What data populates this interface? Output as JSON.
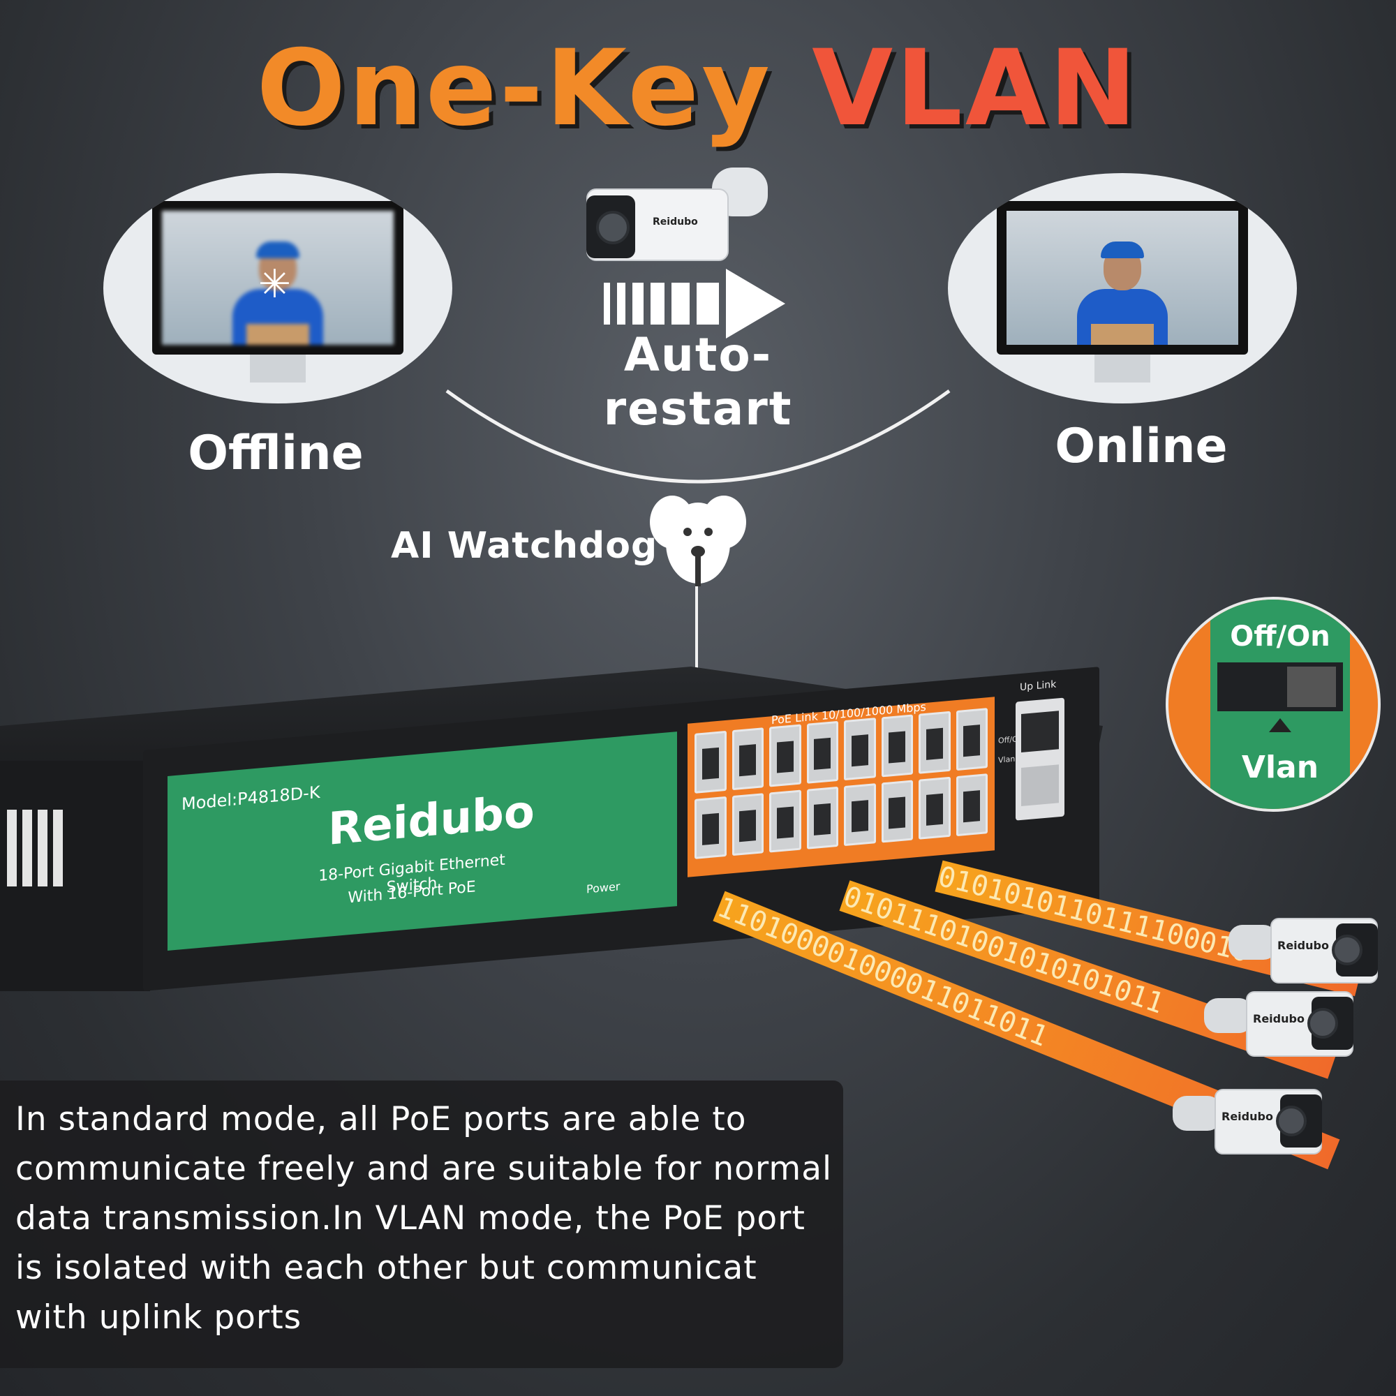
{
  "title": {
    "part1": "One-Key",
    "part2": "VLAN"
  },
  "states": {
    "offline": "Offline",
    "online": "Online"
  },
  "restart": {
    "label": "Auto-restart"
  },
  "watchdog": {
    "label": "AI Watchdog"
  },
  "switch": {
    "model": "Model:P4818D-K",
    "brand": "Reidubo",
    "desc_line1": "18-Port Gigabit Ethernet Switch",
    "desc_line2": "With 16-Port PoE",
    "power": "Power",
    "poe_link": "PoE Link 10/100/1000 Mbps",
    "uplink": "Up Link",
    "switch_small": "Off/On",
    "vlan_small": "Vlan"
  },
  "zoom": {
    "top": "Off/On",
    "bottom": "Vlan"
  },
  "camera_brand": "Reidubo",
  "streams": [
    "0101010110111100010",
    "01011101001010101011",
    "110100001000011011011"
  ],
  "description": "In standard mode, all PoE ports are able to communicate freely and are suitable for normal data transmission.In VLAN mode, the PoE port is isolated with each other but communicat with uplink ports",
  "colors": {
    "orange": "#f28a28",
    "red_orange": "#f0553a",
    "green": "#2e9a62",
    "port_orange": "#f07c24"
  }
}
